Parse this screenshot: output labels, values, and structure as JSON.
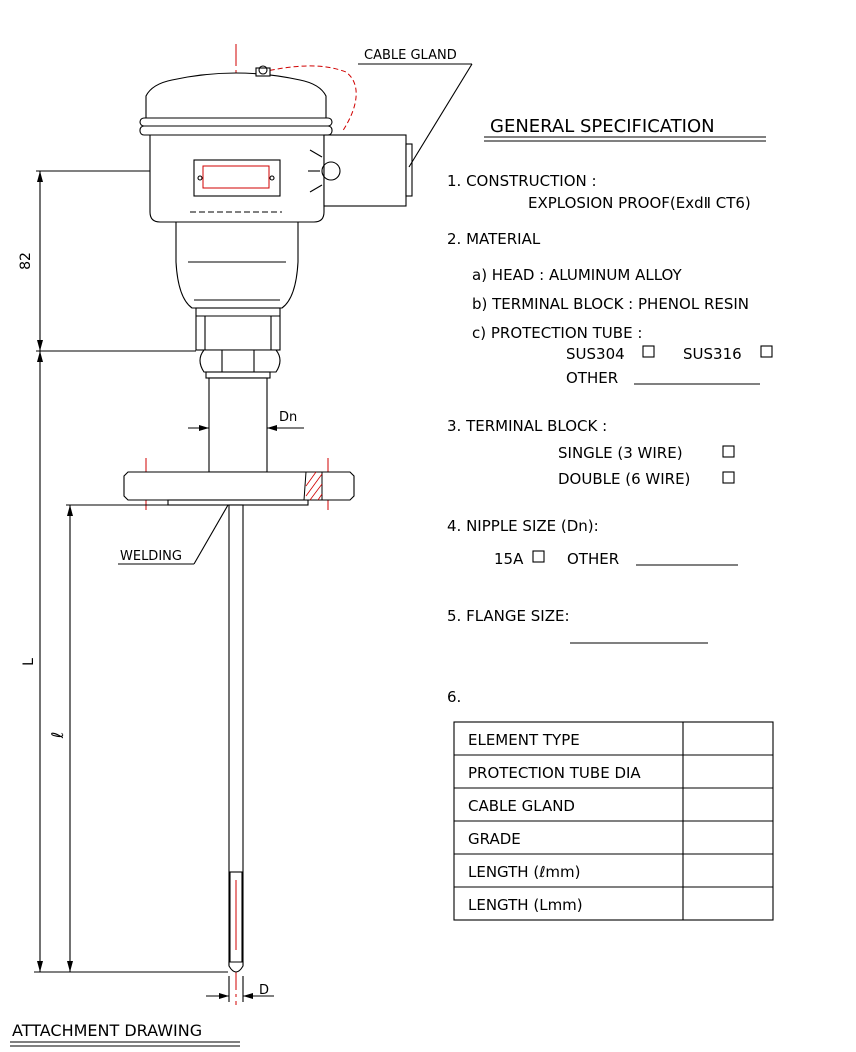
{
  "drawing": {
    "callouts": {
      "cable_gland": "CABLE GLAND",
      "welding": "WELDING",
      "dn": "Dn",
      "d": "D"
    },
    "dimensions": {
      "head_height": "82",
      "overall_length": "L",
      "insertion_length": "ℓ"
    },
    "footer_title": "ATTACHMENT DRAWING"
  },
  "spec": {
    "title": "GENERAL SPECIFICATION",
    "construction": {
      "heading": "1.  CONSTRUCTION  :",
      "value": "EXPLOSION PROOF(ExdⅡ CT6)"
    },
    "material": {
      "heading": "2.  MATERIAL",
      "head": "a)  HEAD  :  ALUMINUM  ALLOY",
      "terminal_block": "b)  TERMINAL  BLOCK  :  PHENOL  RESIN",
      "protection_tube": "c)  PROTECTION  TUBE  :",
      "option_1": "SUS304",
      "option_2": "SUS316",
      "other_label": "OTHER"
    },
    "terminal_block": {
      "heading": "3.  TERMINAL  BLOCK  :",
      "single": "SINGLE   (3  WIRE)",
      "double": "DOUBLE  (6  WIRE)"
    },
    "nipple": {
      "heading": "4.  NIPPLE  SIZE  (Dn):",
      "option": "15A",
      "other_label": "OTHER"
    },
    "flange": {
      "heading": "5.  FLANGE  SIZE:"
    },
    "table": {
      "heading": "6.",
      "rows": [
        {
          "label": "ELEMENT  TYPE",
          "value": ""
        },
        {
          "label": "PROTECTION  TUBE  DIA",
          "value": ""
        },
        {
          "label": "CABLE  GLAND",
          "value": ""
        },
        {
          "label": "GRADE",
          "value": ""
        },
        {
          "label": "LENGTH    (ℓmm)",
          "value": ""
        },
        {
          "label": "LENGTH    (Lmm)",
          "value": ""
        }
      ]
    }
  }
}
